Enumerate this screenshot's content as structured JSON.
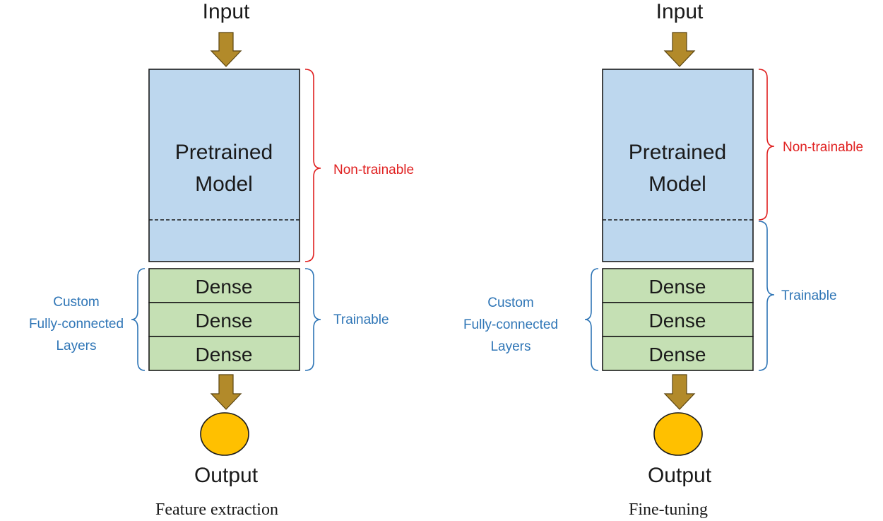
{
  "colors": {
    "arrow": "#b28a2a",
    "pretrained_fill": "#bdd7ee",
    "dense_fill": "#c5e0b4",
    "output_fill": "#ffc000",
    "non_trainable": "#e02020",
    "trainable": "#2e75b6",
    "stroke": "#1a1a1a"
  },
  "icons": {
    "arrow": "down-arrow-icon",
    "output": "output-circle-icon"
  },
  "panels": [
    {
      "input_label": "Input",
      "model_line1": "Pretrained",
      "model_line2": "Model",
      "dense_labels": [
        "Dense",
        "Dense",
        "Dense"
      ],
      "output_label": "Output",
      "caption": "Feature extraction",
      "custom_label_lines": [
        "Custom",
        "Fully-connected",
        "Layers"
      ],
      "non_trainable_label": "Non-trainable",
      "trainable_label": "Trainable"
    },
    {
      "input_label": "Input",
      "model_line1": "Pretrained",
      "model_line2": "Model",
      "dense_labels": [
        "Dense",
        "Dense",
        "Dense"
      ],
      "output_label": "Output",
      "caption": "Fine-tuning",
      "custom_label_lines": [
        "Custom",
        "Fully-connected",
        "Layers"
      ],
      "non_trainable_label": "Non-trainable",
      "trainable_label": "Trainable"
    }
  ]
}
